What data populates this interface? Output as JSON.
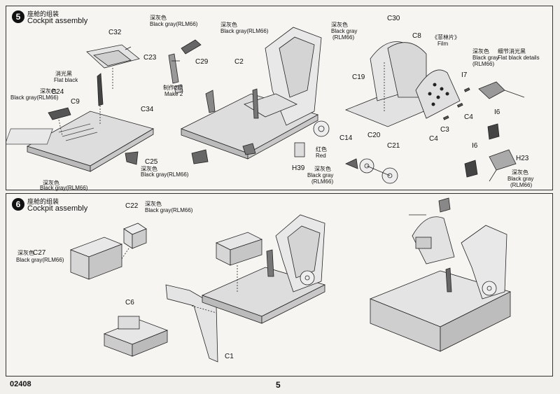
{
  "step5": {
    "number": "5",
    "title_cn": "座舱的组装",
    "title_en": "Cockpit assembly",
    "labels": {
      "c32": "C32",
      "c23": "C23",
      "c29": "C29",
      "c24": "C24",
      "c9": "C9",
      "c34": "C34",
      "c25": "C25",
      "c2": "C2",
      "c30": "C30",
      "c8": "C8",
      "c19": "C19",
      "i7": "I7",
      "c4a": "C4",
      "c3": "C3",
      "c4b": "C4",
      "i6a": "I6",
      "i6b": "I6",
      "h23": "H23",
      "h39": "H39",
      "c14": "C14",
      "c20": "C20",
      "c21": "C21",
      "flat_black_cn": "消光黑",
      "flat_black_en": "Flat black",
      "black_gray_cn": "深灰色",
      "black_gray_en": "Black gray(RLM66)",
      "black_gray_rlm_a": "Black gray",
      "rlm66": "(RLM66)",
      "make2_cn": "制作2组",
      "make2_en": "Make 2",
      "film_cn": "《菲林片》",
      "film_en": "Film",
      "details_cn": "细节消光黑",
      "details_en": "Flat black details",
      "red_cn": "红色",
      "red_en": "Red"
    }
  },
  "step6": {
    "number": "6",
    "title_cn": "座舱的组装",
    "title_en": "Cockpit assembly",
    "labels": {
      "c22": "C22",
      "c27": "C27",
      "c6": "C6",
      "c1": "C1",
      "black_gray_cn": "深灰色",
      "black_gray_en": "Black gray(RLM66)"
    }
  },
  "footer": {
    "code": "02408",
    "page": "5"
  }
}
